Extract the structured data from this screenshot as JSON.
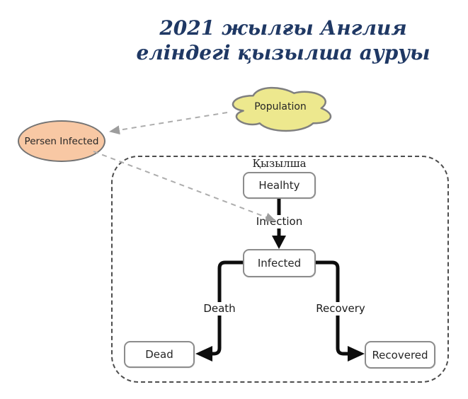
{
  "title": {
    "line1": "2021 жылғы Англия",
    "line2": "еліндегі қызылша ауруы"
  },
  "population_cloud": {
    "label": "Population"
  },
  "person_ellipse": {
    "label": "Persen Infected"
  },
  "flow": {
    "group_label": "Қызылша",
    "nodes": {
      "healthy": {
        "label": "Healhty"
      },
      "infected": {
        "label": "Infected"
      },
      "dead": {
        "label": "Dead"
      },
      "recovered": {
        "label": "Recovered"
      }
    },
    "edges": {
      "infection": {
        "label": "Infection"
      },
      "death": {
        "label": "Death"
      },
      "recovery": {
        "label": "Recovery"
      }
    }
  },
  "colors": {
    "title_text": "#1f3864",
    "cloud_fill": "#ede88e",
    "cloud_stroke": "#7f7f7f",
    "ellipse_fill": "#f8c8a4",
    "ellipse_stroke": "#737373",
    "node_stroke": "#8c8c8c",
    "solid_arrow": "#0d0d0d",
    "dashed_arrow": "#a9a9a9",
    "group_border": "#4d4d4d"
  }
}
